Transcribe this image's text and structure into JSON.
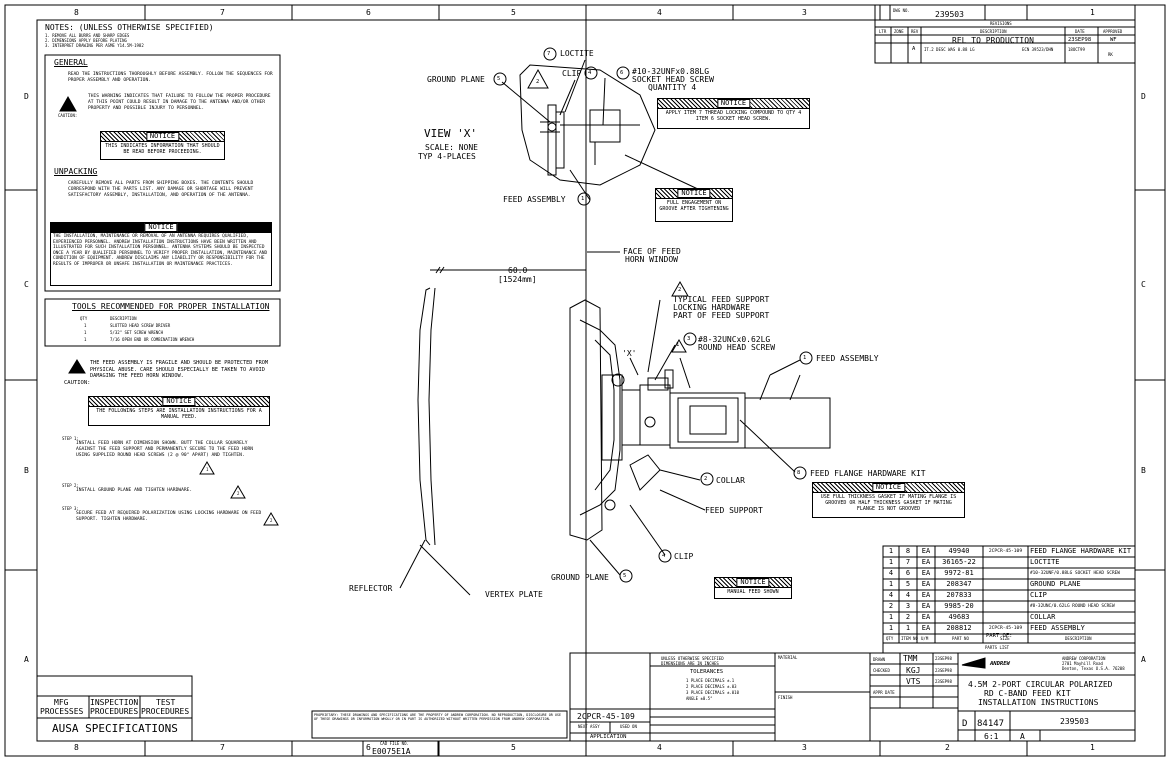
{
  "zones_top": [
    "8",
    "7",
    "6",
    "5",
    "4",
    "3",
    "2",
    "1"
  ],
  "zones_side": [
    "D",
    "C",
    "B",
    "A"
  ],
  "notes": {
    "title": "NOTES: (UNLESS OTHERWISE SPECIFIED)",
    "lines": [
      "1. REMOVE ALL BURRS AND SHARP EDGES",
      "2. DIMENSIONS APPLY BEFORE PLATING",
      "3. INTERPRET DRAWING PER ASME Y14.5M-1982"
    ]
  },
  "general": {
    "heading": "GENERAL",
    "text": "READ THE INSTRUCTIONS THOROUGHLY BEFORE ASSEMBLY. FOLLOW THE SEQUENCES FOR PROPER ASSEMBLY AND OPERATION.",
    "caution_label": "CAUTION:",
    "caution_text": "THIS WARNING INDICATES THAT FAILURE TO FOLLOW THE PROPER PROCEDURE AT THIS POINT COULD RESULT IN DAMAGE TO THE ANTENNA AND/OR OTHER PROPERTY AND POSSIBLE INJURY TO PERSONNEL.",
    "notice_title": "NOTICE",
    "notice_text": "THIS INDICATES INFORMATION THAT SHOULD BE READ BEFORE PROCEEDING."
  },
  "unpacking": {
    "heading": "UNPACKING",
    "text": "CAREFULLY REMOVE ALL PARTS FROM SHIPPING BOXES. THE CONTENTS SHOULD CORRESPOND WITH THE PARTS LIST. ANY DAMAGE OR SHORTAGE WILL PREVENT SATISFACTORY ASSEMBLY, INSTALLATION, AND OPERATION OF THE ANTENNA.",
    "notice_title": "NOTICE",
    "notice_text": "THE INSTALLATION, MAINTENANCE OR REMOVAL OF AN ANTENNA REQUIRES QUALIFIED, EXPERIENCED PERSONNEL. ANDREW INSTALLATION INSTRUCTIONS HAVE BEEN WRITTEN AND ILLUSTRATED FOR SUCH INSTALLATION PERSONNEL. ANTENNA SYSTEMS SHOULD BE INSPECTED ONCE A YEAR BY QUALIFIED PERSONNEL TO VERIFY PROPER INSTALLATION, MAINTENANCE AND CONDITION OF EQUIPMENT. ANDREW DISCLAIMS ANY LIABILITY OR RESPONSIBILITY FOR THE RESULTS OF IMPROPER OR UNSAFE INSTALLATION OR MAINTENANCE PRACTICES."
  },
  "tools": {
    "title": "TOOLS RECOMMENDED FOR PROPER INSTALLATION",
    "col_qty": "QTY",
    "col_desc": "DESCRIPTION",
    "rows": [
      {
        "qty": "1",
        "desc": "SLOTTED HEAD SCREW DRIVER"
      },
      {
        "qty": "1",
        "desc": "5/32\" SET SCREW WRENCH"
      },
      {
        "qty": "1",
        "desc": "7/16 OPEN END OR COMBINATION WRENCH"
      }
    ]
  },
  "fragile": {
    "caution_label": "CAUTION:",
    "text": "THE FEED ASSEMBLY IS FRAGILE AND SHOULD BE PROTECTED FROM PHYSICAL ABUSE. CARE SHOULD ESPECIALLY BE TAKEN TO AVOID DAMAGING THE FEED HORN WINDOW.",
    "notice_title": "NOTICE",
    "notice_text": "THE FOLLOWING STEPS ARE INSTALLATION INSTRUCTIONS FOR A MANUAL FEED."
  },
  "steps": [
    {
      "label": "STEP 1:",
      "text": "INSTALL FEED HORN AT DIMENSION SHOWN. BUTT THE COLLAR SQUARELY AGAINST THE FEED SUPPORT AND PERMANENTLY SECURE TO THE FEED HORN USING SUPPLIED ROUND HEAD SCREWS (2 @ 90° APART) AND TIGHTEN.",
      "ref": "1"
    },
    {
      "label": "STEP 2:",
      "text": "INSTALL GROUND PLANE AND TIGHTEN HARDWARE.",
      "ref": "2"
    },
    {
      "label": "STEP 3:",
      "text": "SECURE FEED AT REQUIRED POLARIZATION USING LOCKING HARDWARE ON FEED SUPPORT. TIGHTEN HARDWARE.",
      "ref": "2"
    }
  ],
  "view_x": {
    "title": "VIEW 'X'",
    "scale": "SCALE: NONE",
    "typ": "TYP 4-PLACES",
    "labels": {
      "loctite": "LOCTITE",
      "clip": "CLIP",
      "ground_plane": "GROUND PLANE",
      "screw": "#10-32UNFx0.88LG",
      "screw2": "SOCKET HEAD SCREW",
      "qty": "QUANTITY 4",
      "feed_assembly": "FEED ASSEMBLY"
    },
    "notice1_title": "NOTICE",
    "notice1_text": "APPLY ITEM 7 THREAD LOCKING COMPOUND TO QTY 4 ITEM 6 SOCKET HEAD SCREW.",
    "notice2_title": "NOTICE",
    "notice2_text": "FULL ENGAGEMENT ON GROOVE AFTER TIGHTENING"
  },
  "main": {
    "face_of_feed": "FACE OF FEED",
    "horn_window": "HORN WINDOW",
    "dim": "60.0",
    "dim_mm": "[1524mm]",
    "typical_1": "TYPICAL FEED SUPPORT",
    "typical_2": "LOCKING HARDWARE",
    "typical_3": "PART OF FEED SUPPORT",
    "screw_1": "#8-32UNCx0.62LG",
    "screw_2": "ROUND HEAD SCREW",
    "feed_assembly": "FEED ASSEMBLY",
    "view_x_ref": "'X'",
    "collar": "COLLAR",
    "feed_support": "FEED SUPPORT",
    "flange": "FEED FLANGE HARDWARE KIT",
    "clip": "CLIP",
    "ground_plane": "GROUND PLANE",
    "reflector": "REFLECTOR",
    "vertex": "VERTEX PLATE",
    "notice_title": "NOTICE",
    "notice_text": "USE FULL THICKNESS GASKET IF MATING FLANGE IS GROOVED OR HALF THICKNESS GASKET IF MATING FLANGE IS NOT GROOVED",
    "notice2_title": "NOTICE",
    "notice2_text": "MANUAL FEED SHOWN"
  },
  "revisions": {
    "dwg_label": "DWG NO.",
    "dwg_no": "239503",
    "title": "REVISIONS",
    "cols": [
      "ZONE",
      "REV",
      "DESCRIPTION",
      "DATE",
      "APPROVED"
    ],
    "col_ltr": "LTR",
    "row1": {
      "desc": "REL TO PRODUCTION",
      "date": "23SEP98",
      "approved": "WF"
    },
    "row2": {
      "rev": "A",
      "desc": "IT.2 DESC WAS 0.88 LG",
      "ecn": "ECN 39523/DHN",
      "date": "18OCT99",
      "approved": "RK"
    }
  },
  "parts": {
    "title": "PARTS LIST",
    "header": {
      "qty": "QTY",
      "item": "ITEM NO",
      "um": "U/M",
      "part": "PART NO",
      "size": "SIZE",
      "desc": "DESCRIPTION"
    },
    "part_of": "PART OF:",
    "rows": [
      {
        "qty": "1",
        "item": "8",
        "um": "EA",
        "part": "49940",
        "size": "2CPCR-45-109",
        "desc": "FEED FLANGE HARDWARE KIT"
      },
      {
        "qty": "1",
        "item": "7",
        "um": "EA",
        "part": "36165-22",
        "size": "",
        "desc": "LOCTITE"
      },
      {
        "qty": "4",
        "item": "6",
        "um": "EA",
        "part": "9972-81",
        "size": "",
        "desc": "#10-32UNF/0.88LG SOCKET HEAD SCREW"
      },
      {
        "qty": "1",
        "item": "5",
        "um": "EA",
        "part": "208347",
        "size": "",
        "desc": "GROUND PLANE"
      },
      {
        "qty": "4",
        "item": "4",
        "um": "EA",
        "part": "207833",
        "size": "",
        "desc": "CLIP"
      },
      {
        "qty": "2",
        "item": "3",
        "um": "EA",
        "part": "9985-20",
        "size": "",
        "desc": "#8-32UNC/0.62LG ROUND HEAD SCREW"
      },
      {
        "qty": "1",
        "item": "2",
        "um": "EA",
        "part": "49683",
        "size": "",
        "desc": "COLLAR"
      },
      {
        "qty": "1",
        "item": "1",
        "um": "EA",
        "part": "208812",
        "size": "2CPCR-45-109",
        "desc": "FEED ASSEMBLY"
      }
    ]
  },
  "title_block": {
    "tolerance_head1": "UNLESS OTHERWISE SPECIFIED",
    "tolerance_head2": "DIMENSIONS ARE IN INCHES",
    "tolerances": "TOLERANCES",
    "tol_lines": [
      "1 PLACE DECIMALS ±.1",
      "2 PLACE DECIMALS ±.03",
      "3 PLACE DECIMALS ±.010",
      "ANGLE ±0.5°"
    ],
    "material": "MATERIAL",
    "finish": "FINISH",
    "next_assy": "2CPCR-45-109",
    "next_assy_label": "NEXT ASSY",
    "used_on_label": "USED ON",
    "application": "APPLICATION",
    "drawn_label": "DRAWN",
    "checked_label": "CHECKED",
    "appr_label": "APPR DATE",
    "tmm": "TMM",
    "tmm_date": "23SEP98",
    "kgj": "KGJ",
    "kgj_date": "23SEP98",
    "vts": "VTS",
    "vts_date": "23SEP98",
    "company": "ANDREW CORPORATION",
    "address1": "2701 Mayhill Road",
    "address2": "Denton, Texas U.S.A. 76208",
    "logo": "ANDREW",
    "title1": "4.5M 2-PORT CIRCULAR POLARIZED",
    "title2": "RD C-BAND FEED KIT",
    "title3": "INSTALLATION INSTRUCTIONS",
    "size": "D",
    "fscm": "84147",
    "dwg_no": "239503",
    "scale": "6:1",
    "rev": "A",
    "cad_file_label": "CAD FILE NO.",
    "cad_file": "E0075E1A",
    "proprietary": "PROPRIETARY: THESE DRAWINGS AND SPECIFICATIONS ARE THE PROPERTY OF ANDREW CORPORATION. NO REPRODUCTION, DISCLOSURE OR USE OF THESE DRAWINGS OR INFORMATION WHOLLY OR IN PART IS AUTHORIZED WITHOUT WRITTEN PERMISSION FROM ANDREW CORPORATION."
  },
  "bottom_left": {
    "mfg": "MFG",
    "processes": "PROCESSES",
    "inspection": "INSPECTION",
    "procedures": "PROCEDURES",
    "test": "TEST",
    "procedures2": "PROCEDURES",
    "specs": "AUSA SPECIFICATIONS"
  }
}
